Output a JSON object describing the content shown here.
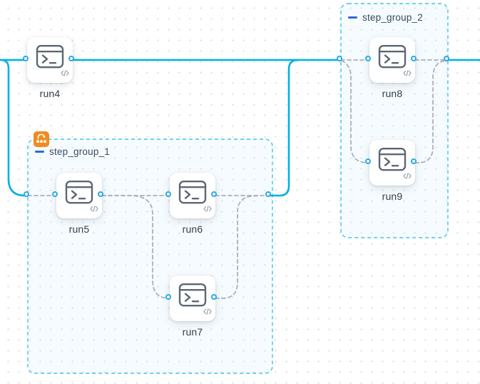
{
  "canvas": {
    "type": "workflow-topology-editor",
    "background": "dot-grid"
  },
  "colors": {
    "edge_active": "#00b2df",
    "edge_dashed": "#a9b1bd",
    "port_stroke": "#2ba9e2",
    "group_border": "#40c4ec",
    "group_fill": "rgba(214,240,250,0.25)",
    "node_label": "#333d4c",
    "group_label": "#3d4a5e",
    "collapse_icon": "#2e6bd0",
    "loop_badge_bg": "#f28a1f",
    "node_icon": "#5d6775",
    "code_badge_icon": "#98a0ac"
  },
  "groups": [
    {
      "id": "step_group_1",
      "label": "step_group_1",
      "collapse_icon": "minus-icon",
      "badge_icon": "loop-icon"
    },
    {
      "id": "step_group_2",
      "label": "step_group_2",
      "collapse_icon": "minus-icon"
    }
  ],
  "nodes": [
    {
      "id": "run4",
      "label": "run4",
      "icon": "terminal-icon",
      "badge": "code-icon"
    },
    {
      "id": "run5",
      "label": "run5",
      "icon": "terminal-icon",
      "badge": "code-icon",
      "group": "step_group_1"
    },
    {
      "id": "run6",
      "label": "run6",
      "icon": "terminal-icon",
      "badge": "code-icon",
      "group": "step_group_1"
    },
    {
      "id": "run7",
      "label": "run7",
      "icon": "terminal-icon",
      "badge": "code-icon",
      "group": "step_group_1"
    },
    {
      "id": "run8",
      "label": "run8",
      "icon": "terminal-icon",
      "badge": "code-icon",
      "group": "step_group_2"
    },
    {
      "id": "run9",
      "label": "run9",
      "icon": "terminal-icon",
      "badge": "code-icon",
      "group": "step_group_2"
    }
  ],
  "connections": [
    {
      "from": "flow-in",
      "to": "run4",
      "style": "solid"
    },
    {
      "from": "flow-in",
      "to": "step_group_1",
      "style": "solid"
    },
    {
      "from": "run4",
      "to": "step_group_2",
      "style": "solid"
    },
    {
      "from": "step_group_1",
      "to": "step_group_2",
      "style": "solid"
    },
    {
      "from": "step_group_2",
      "to": "flow-out",
      "style": "solid"
    },
    {
      "from": "step_group_1.in",
      "to": "run5",
      "style": "dashed"
    },
    {
      "from": "run5",
      "to": "run6",
      "style": "dashed"
    },
    {
      "from": "run5",
      "to": "run7",
      "style": "dashed"
    },
    {
      "from": "run6",
      "to": "step_group_1.out",
      "style": "dashed"
    },
    {
      "from": "run7",
      "to": "step_group_1.out",
      "style": "dashed"
    },
    {
      "from": "step_group_2.in",
      "to": "run8",
      "style": "dashed"
    },
    {
      "from": "step_group_2.in",
      "to": "run9",
      "style": "dashed"
    },
    {
      "from": "run8",
      "to": "step_group_2.out",
      "style": "dashed"
    },
    {
      "from": "run9",
      "to": "step_group_2.out",
      "style": "dashed"
    }
  ]
}
